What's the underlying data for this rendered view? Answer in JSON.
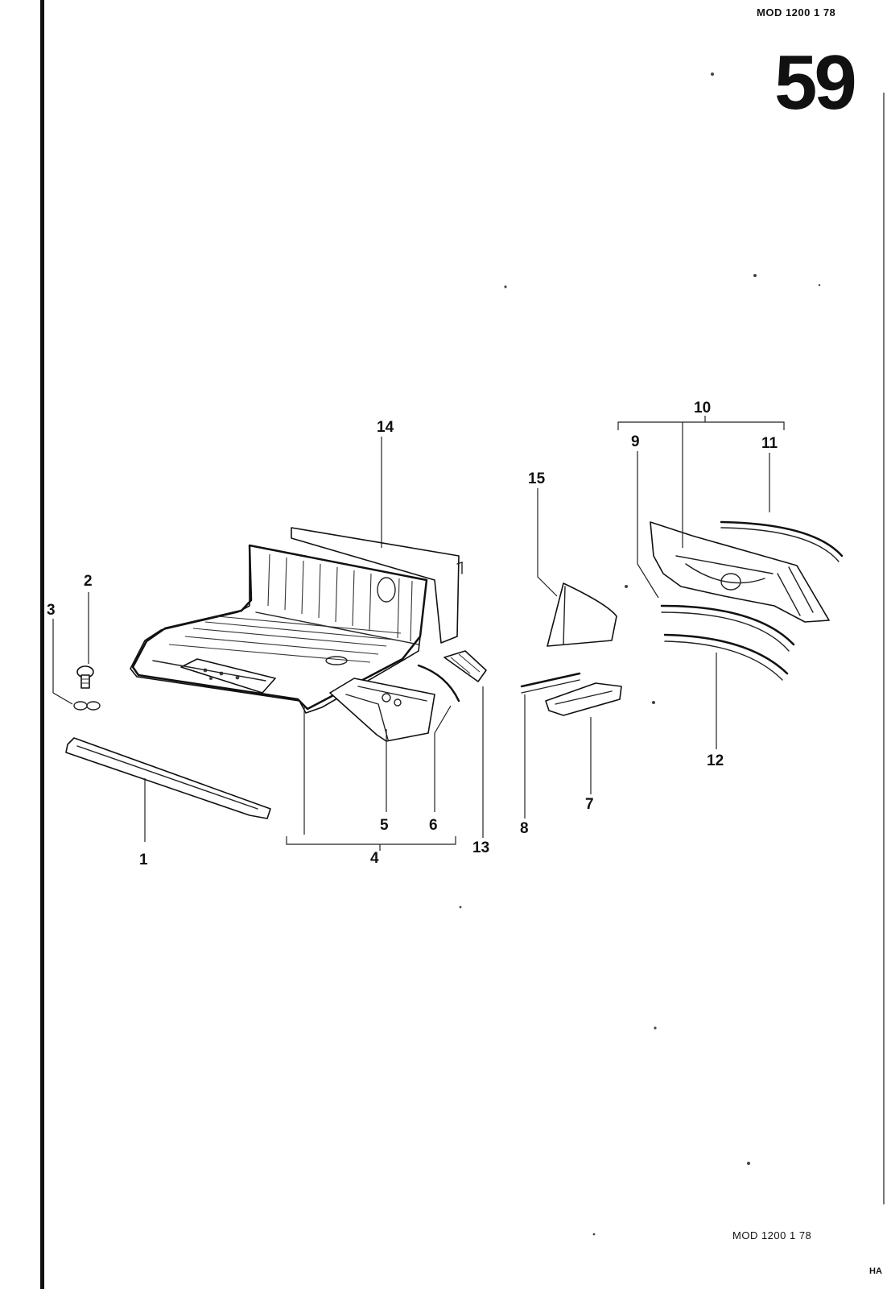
{
  "header": {
    "model_top": "MOD 1200  1 78",
    "page_number": "59"
  },
  "footer": {
    "model_bottom": "MOD 1200   1 78",
    "corner_code": "HA"
  },
  "callouts": {
    "c1": "1",
    "c2": "2",
    "c3": "3",
    "c4": "4",
    "c5": "5",
    "c6": "6",
    "c7": "7",
    "c8": "8",
    "c9": "9",
    "c10": "10",
    "c11": "11",
    "c12": "12",
    "c13": "13",
    "c14": "14",
    "c15": "15"
  },
  "colors": {
    "ink": "#111111",
    "paper": "#ffffff"
  }
}
